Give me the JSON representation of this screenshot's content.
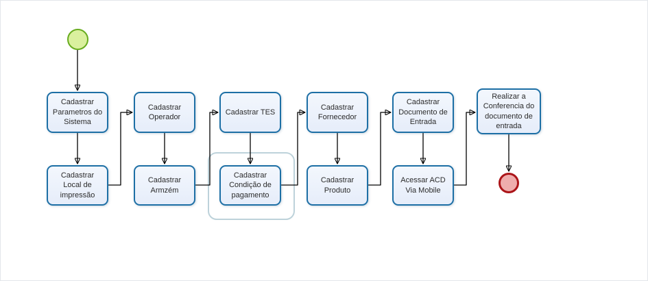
{
  "theme": {
    "canvas-bg": "#ffffff",
    "canvas-border": "#e3e6ea",
    "task-fill-top": "#f3f7fd",
    "task-fill-bottom": "#e6edfa",
    "task-border": "#1d6fa5",
    "task-text": "#2b2b2b",
    "start-fill": "#daf09e",
    "start-border": "#68ac1f",
    "end-fill": "#efadad",
    "end-border": "#ab1418",
    "group-border": "#bdd2da",
    "connector-color": "#000000"
  },
  "diagram": {
    "type": "flowchart",
    "start_event": {
      "id": "start",
      "shape": "circle"
    },
    "end_event": {
      "id": "end",
      "shape": "circle"
    },
    "nodes": [
      {
        "id": "cadastrar-parametros-do-sistema",
        "label": "Cadastrar\nParametros do\nSistema"
      },
      {
        "id": "cadastrar-local-de-impressao",
        "label": "Cadastrar\nLocal de\nimpressão"
      },
      {
        "id": "cadastrar-operador",
        "label": "Cadastrar\nOperador"
      },
      {
        "id": "cadastrar-armzem",
        "label": "Cadastrar\nArmzém"
      },
      {
        "id": "cadastrar-tes",
        "label": "Cadastrar TES"
      },
      {
        "id": "cadastrar-condicao-de-pagamento",
        "label": "Cadastrar\nCondição de\npagamento"
      },
      {
        "id": "cadastrar-fornecedor",
        "label": "Cadastrar\nFornecedor"
      },
      {
        "id": "cadastrar-produto",
        "label": "Cadastrar\nProduto"
      },
      {
        "id": "cadastrar-documento-de-entrada",
        "label": "Cadastrar\nDocumento de\nEntrada"
      },
      {
        "id": "acessar-acd-via-mobile",
        "label": "Acessar ACD\nVia Mobile"
      },
      {
        "id": "realizar-a-conferencia-do-documento-de-entrada",
        "label": "Realizar a\nConferencia do\ndocumento de\nentrada"
      }
    ],
    "group": {
      "contains": [
        "cadastrar-condicao-de-pagamento"
      ]
    },
    "edges": [
      {
        "from": "start",
        "to": "cadastrar-parametros-do-sistema"
      },
      {
        "from": "cadastrar-parametros-do-sistema",
        "to": "cadastrar-local-de-impressao"
      },
      {
        "from": "cadastrar-local-de-impressao",
        "to": "cadastrar-operador"
      },
      {
        "from": "cadastrar-operador",
        "to": "cadastrar-armzem"
      },
      {
        "from": "cadastrar-armzem",
        "to": "cadastrar-tes"
      },
      {
        "from": "cadastrar-tes",
        "to": "cadastrar-condicao-de-pagamento"
      },
      {
        "from": "cadastrar-condicao-de-pagamento",
        "to": "cadastrar-fornecedor"
      },
      {
        "from": "cadastrar-fornecedor",
        "to": "cadastrar-produto"
      },
      {
        "from": "cadastrar-produto",
        "to": "cadastrar-documento-de-entrada"
      },
      {
        "from": "cadastrar-documento-de-entrada",
        "to": "acessar-acd-via-mobile"
      },
      {
        "from": "acessar-acd-via-mobile",
        "to": "realizar-a-conferencia-do-documento-de-entrada"
      },
      {
        "from": "realizar-a-conferencia-do-documento-de-entrada",
        "to": "end"
      }
    ]
  }
}
